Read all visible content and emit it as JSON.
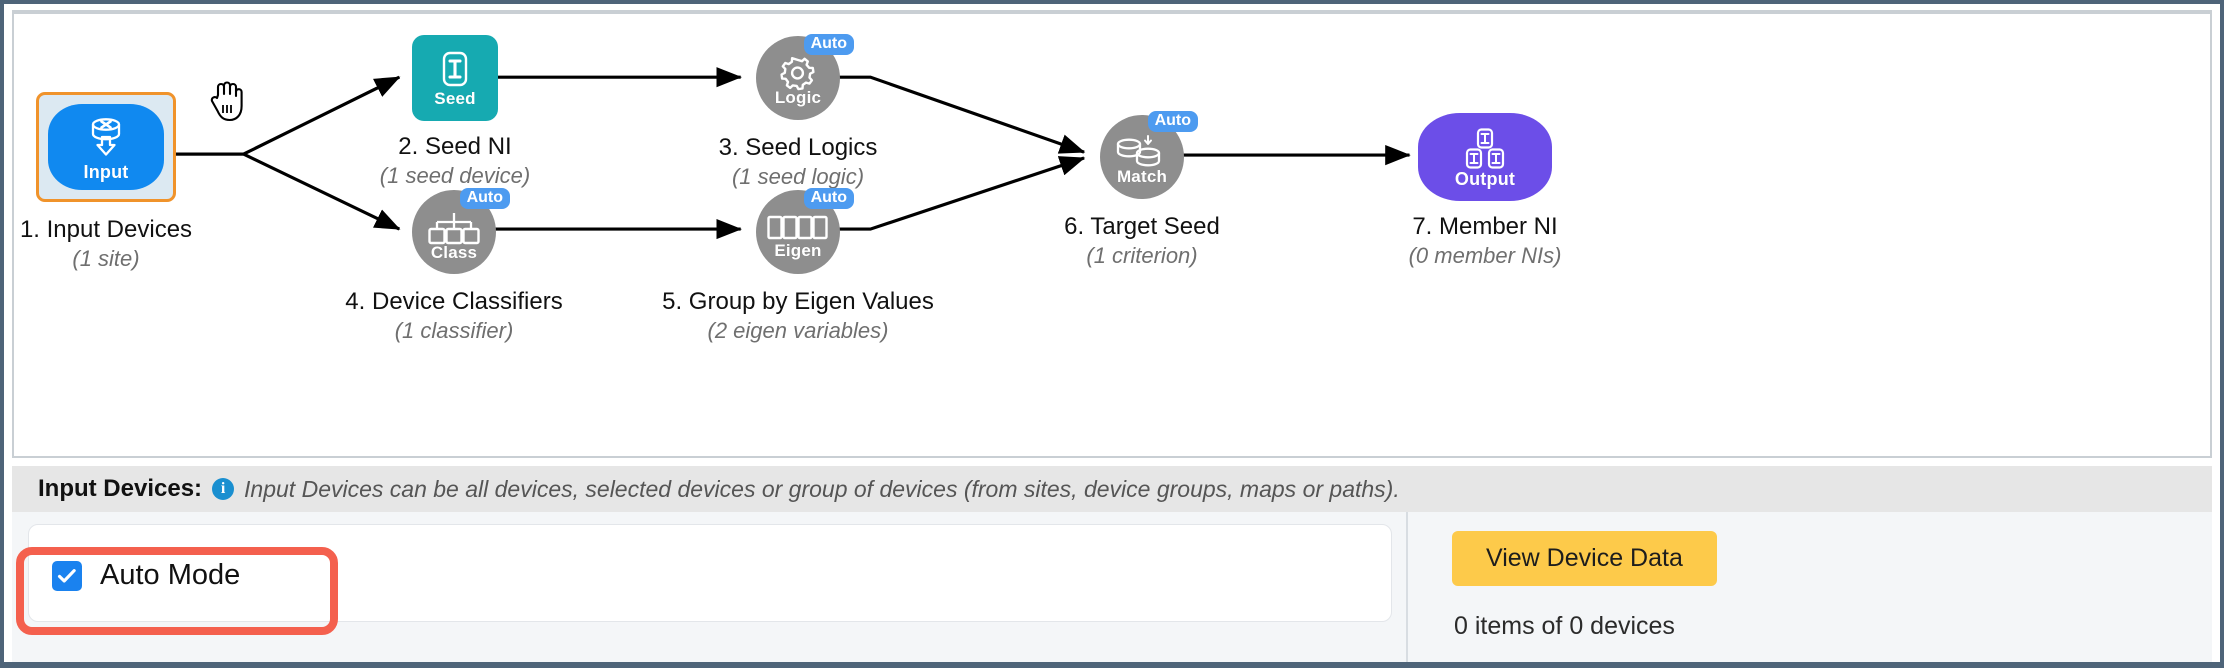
{
  "diagram": {
    "cursor_icon": "hand-cursor",
    "nodes": [
      {
        "id": "input",
        "inner_label": "Input",
        "icon": "database-down-arrow-icon",
        "caption_title": "1. Input Devices",
        "caption_sub": "(1 site)",
        "color": "#1089f0",
        "auto": null,
        "selected": true
      },
      {
        "id": "seed",
        "inner_label": "Seed",
        "icon": "single-interface-icon",
        "caption_title": "2. Seed NI",
        "caption_sub": "(1 seed device)",
        "color": "#16aab1",
        "auto": null,
        "selected": false
      },
      {
        "id": "logic",
        "inner_label": "Logic",
        "icon": "gear-icon",
        "caption_title": "3. Seed Logics",
        "caption_sub": "(1 seed logic)",
        "color": "#8e8e8e",
        "auto": "Auto",
        "selected": false
      },
      {
        "id": "class",
        "inner_label": "Class",
        "icon": "hierarchy-icon",
        "caption_title": "4. Device Classifiers",
        "caption_sub": "(1 classifier)",
        "color": "#8e8e8e",
        "auto": "Auto",
        "selected": false
      },
      {
        "id": "eigen",
        "inner_label": "Eigen",
        "icon": "four-boxes-icon",
        "caption_title": "5. Group by Eigen Values",
        "caption_sub": "(2 eigen variables)",
        "color": "#8e8e8e",
        "auto": "Auto",
        "selected": false
      },
      {
        "id": "match",
        "inner_label": "Match",
        "icon": "two-databases-match-icon",
        "caption_title": "6. Target Seed",
        "caption_sub": "(1 criterion)",
        "color": "#8e8e8e",
        "auto": "Auto",
        "selected": false
      },
      {
        "id": "output",
        "inner_label": "Output",
        "icon": "three-interfaces-icon",
        "caption_title": "7. Member NI",
        "caption_sub": "(0 member NIs)",
        "color": "#6c4ee8",
        "auto": null,
        "selected": false
      }
    ]
  },
  "infobar": {
    "label": "Input Devices:",
    "icon": "info-icon",
    "icon_glyph": "i",
    "description": "Input Devices can be all devices, selected devices or group of devices (from sites, device groups, maps or paths)."
  },
  "bottom": {
    "auto_mode_label": "Auto Mode",
    "auto_mode_checked": true,
    "view_device_data_label": "View Device Data",
    "items_count": "0 items of 0 devices"
  },
  "colors": {
    "input": "#1089f0",
    "seed": "#16aab1",
    "gray_node": "#8e8e8e",
    "output": "#6c4ee8",
    "auto_badge": "#4d9bf0",
    "selection": "#f0932b",
    "highlight": "#f4604e",
    "button": "#fdca4a",
    "checkbox": "#1a82ef"
  }
}
